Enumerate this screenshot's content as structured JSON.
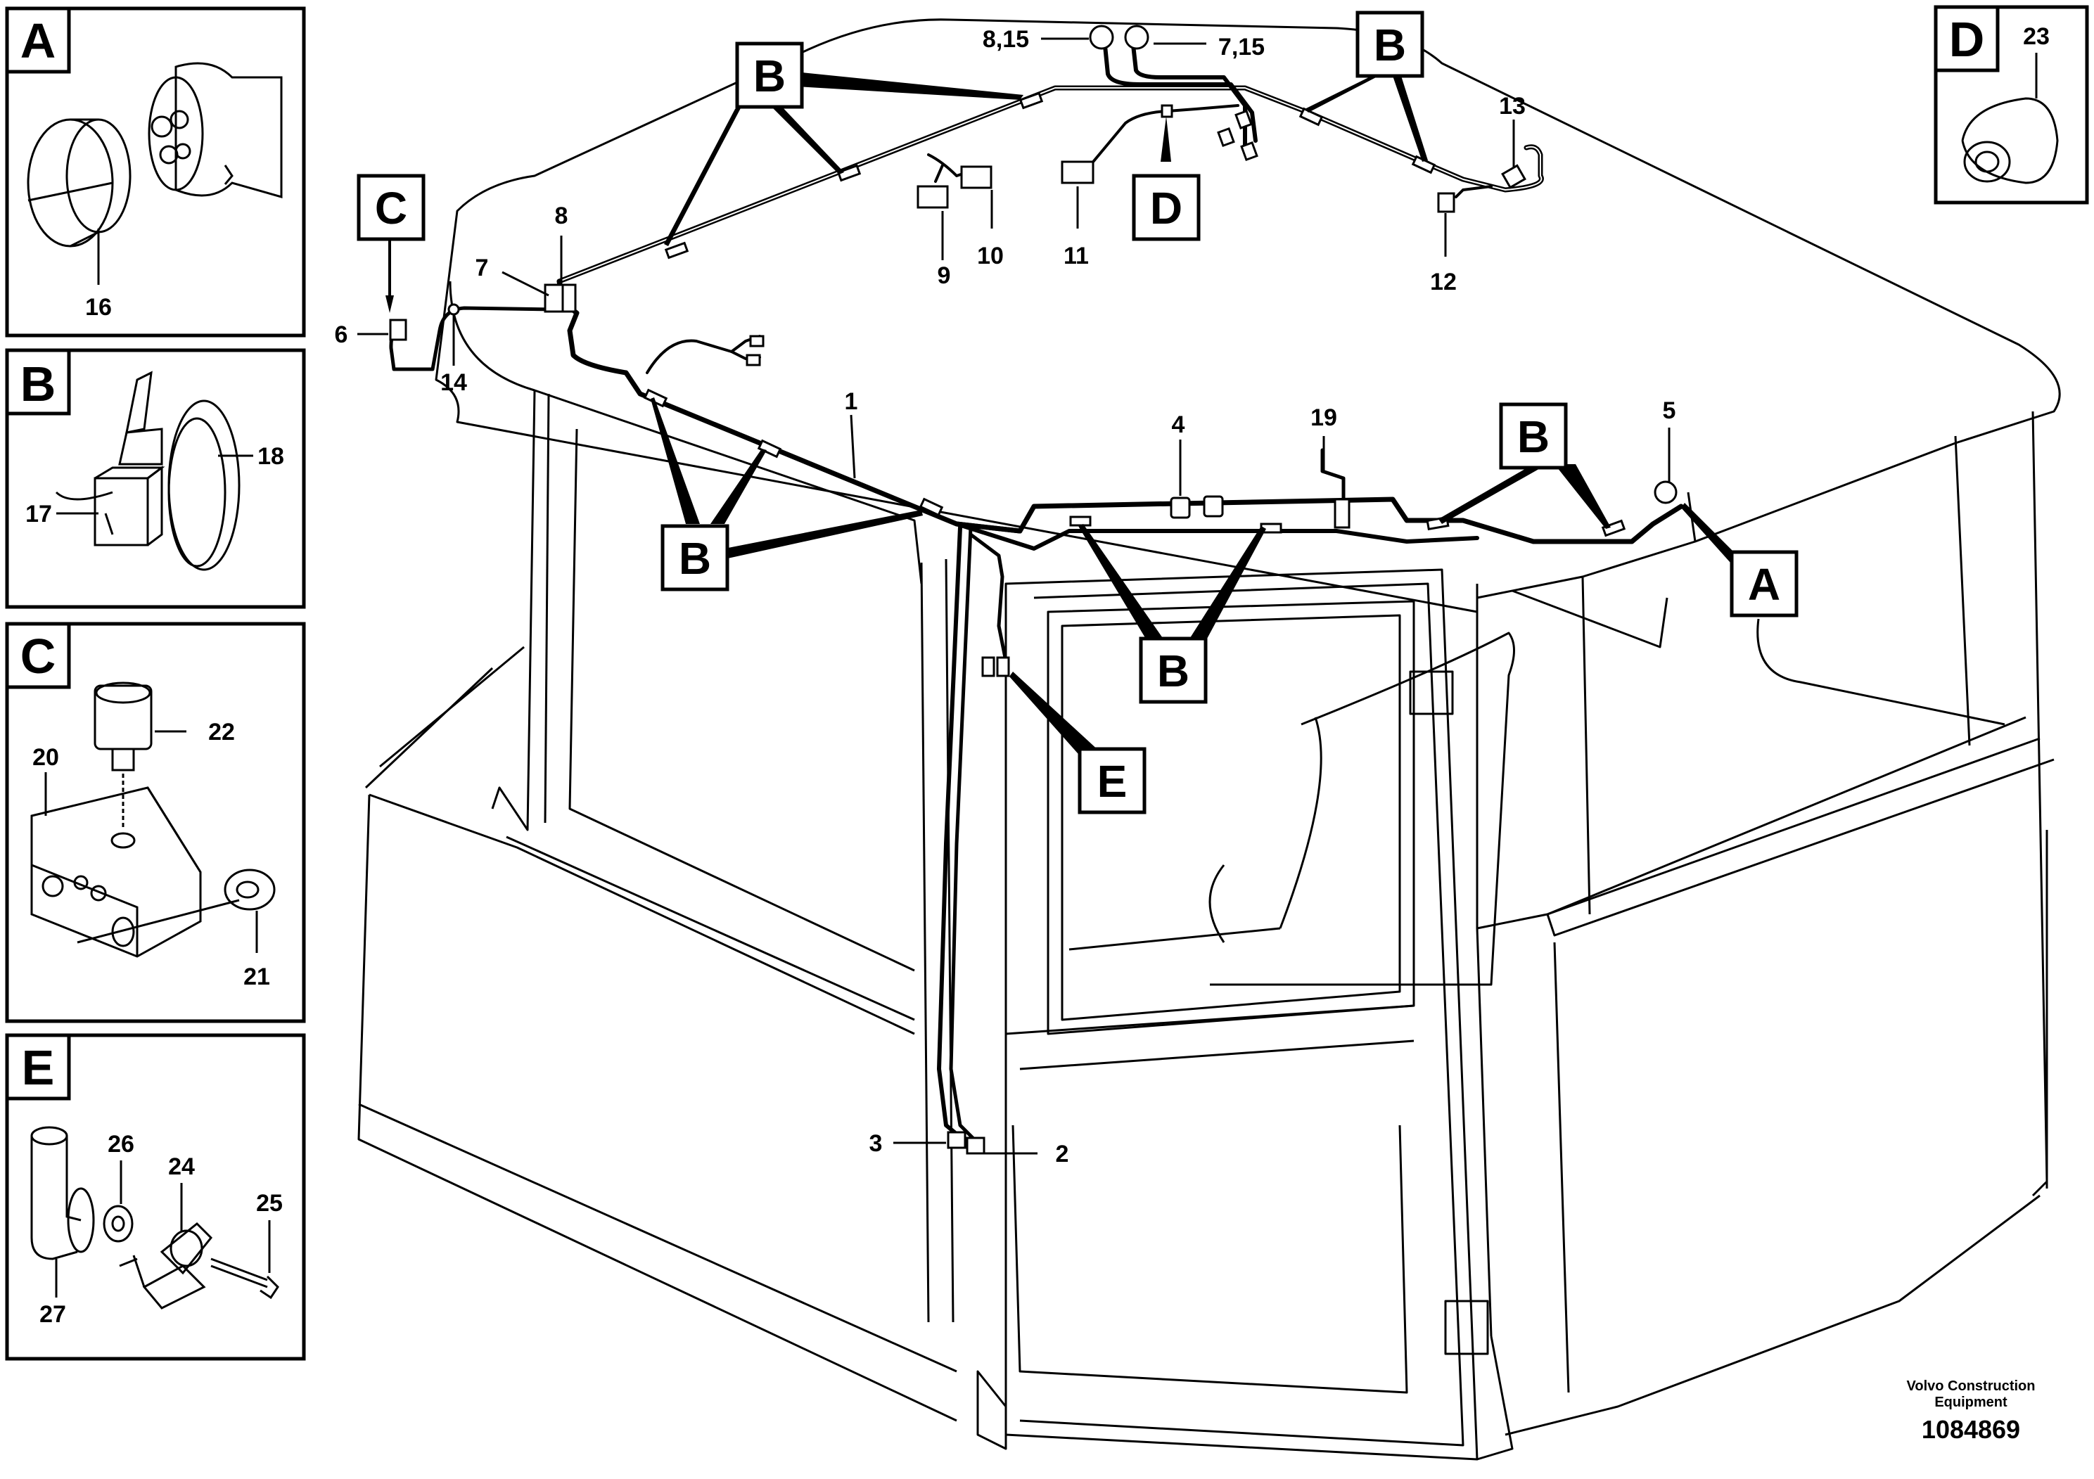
{
  "detail_panels": {
    "A": {
      "letter": "A",
      "parts": [
        "16"
      ]
    },
    "B": {
      "letter": "B",
      "parts": [
        "17",
        "18"
      ]
    },
    "C": {
      "letter": "C",
      "parts": [
        "20",
        "21",
        "22"
      ]
    },
    "E": {
      "letter": "E",
      "parts": [
        "24",
        "25",
        "26",
        "27"
      ]
    },
    "D": {
      "letter": "D",
      "parts": [
        "23"
      ]
    }
  },
  "callouts": {
    "B1": "B",
    "B2": "B",
    "B3": "B",
    "B4": "B",
    "B5": "B",
    "C": "C",
    "D": "D",
    "A": "A",
    "E": "E"
  },
  "part_labels": {
    "p1": "1",
    "p2": "2",
    "p3": "3",
    "p4": "4",
    "p5": "5",
    "p6": "6",
    "p7": "7",
    "p8": "8",
    "p9": "9",
    "p10": "10",
    "p11": "11",
    "p12": "12",
    "p13": "13",
    "p14": "14",
    "p19": "19",
    "p8_15": "8,15",
    "p7_15": "7,15"
  },
  "footer": {
    "company_line1": "Volvo Construction",
    "company_line2": "Equipment",
    "drawing_number": "1084869"
  }
}
